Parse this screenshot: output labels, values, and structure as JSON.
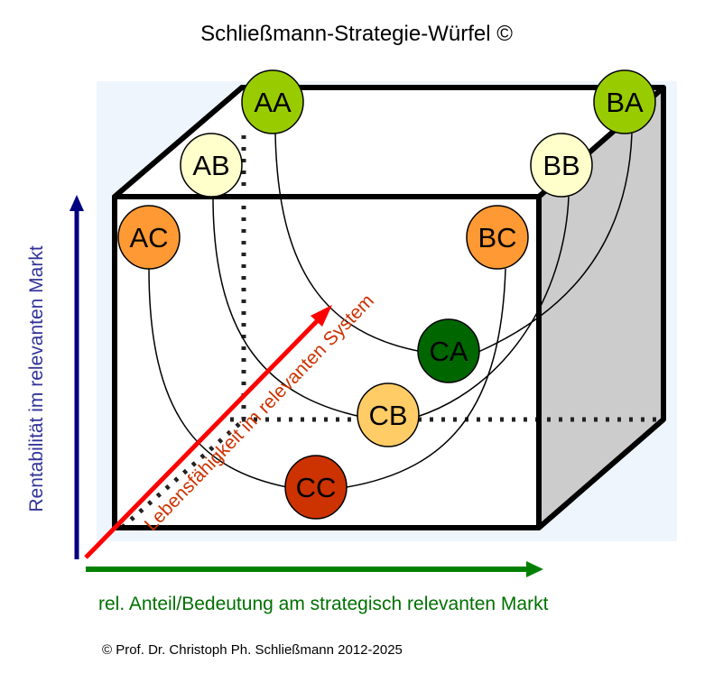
{
  "title": "Schließmann-Strategie-Würfel ©",
  "y_axis_label": "Rentabilität im relevanten Markt",
  "x_axis_label": "rel. Anteil/Bedeutung am strategisch relevanten Markt",
  "z_axis_label": "Lebensfähigkeit im relevanten System",
  "copyright": "© Prof. Dr. Christoph Ph. Schließmann 2012-2025",
  "colors": {
    "y_axis": "#000080",
    "x_axis": "#008000",
    "z_axis": "#ff0000",
    "z_label": "#cc3300",
    "side_face": "#cccccc",
    "background": "#eef5fc"
  },
  "nodes": {
    "AA": {
      "label": "AA",
      "color": "#99cc00"
    },
    "BA": {
      "label": "BA",
      "color": "#99cc00"
    },
    "AB": {
      "label": "AB",
      "color": "#ffffcc"
    },
    "BB": {
      "label": "BB",
      "color": "#ffffcc"
    },
    "AC": {
      "label": "AC",
      "color": "#ff9933"
    },
    "BC": {
      "label": "BC",
      "color": "#ff9933"
    },
    "CA": {
      "label": "CA",
      "color": "#006600"
    },
    "CB": {
      "label": "CB",
      "color": "#ffcc66"
    },
    "CC": {
      "label": "CC",
      "color": "#cc3300"
    }
  }
}
